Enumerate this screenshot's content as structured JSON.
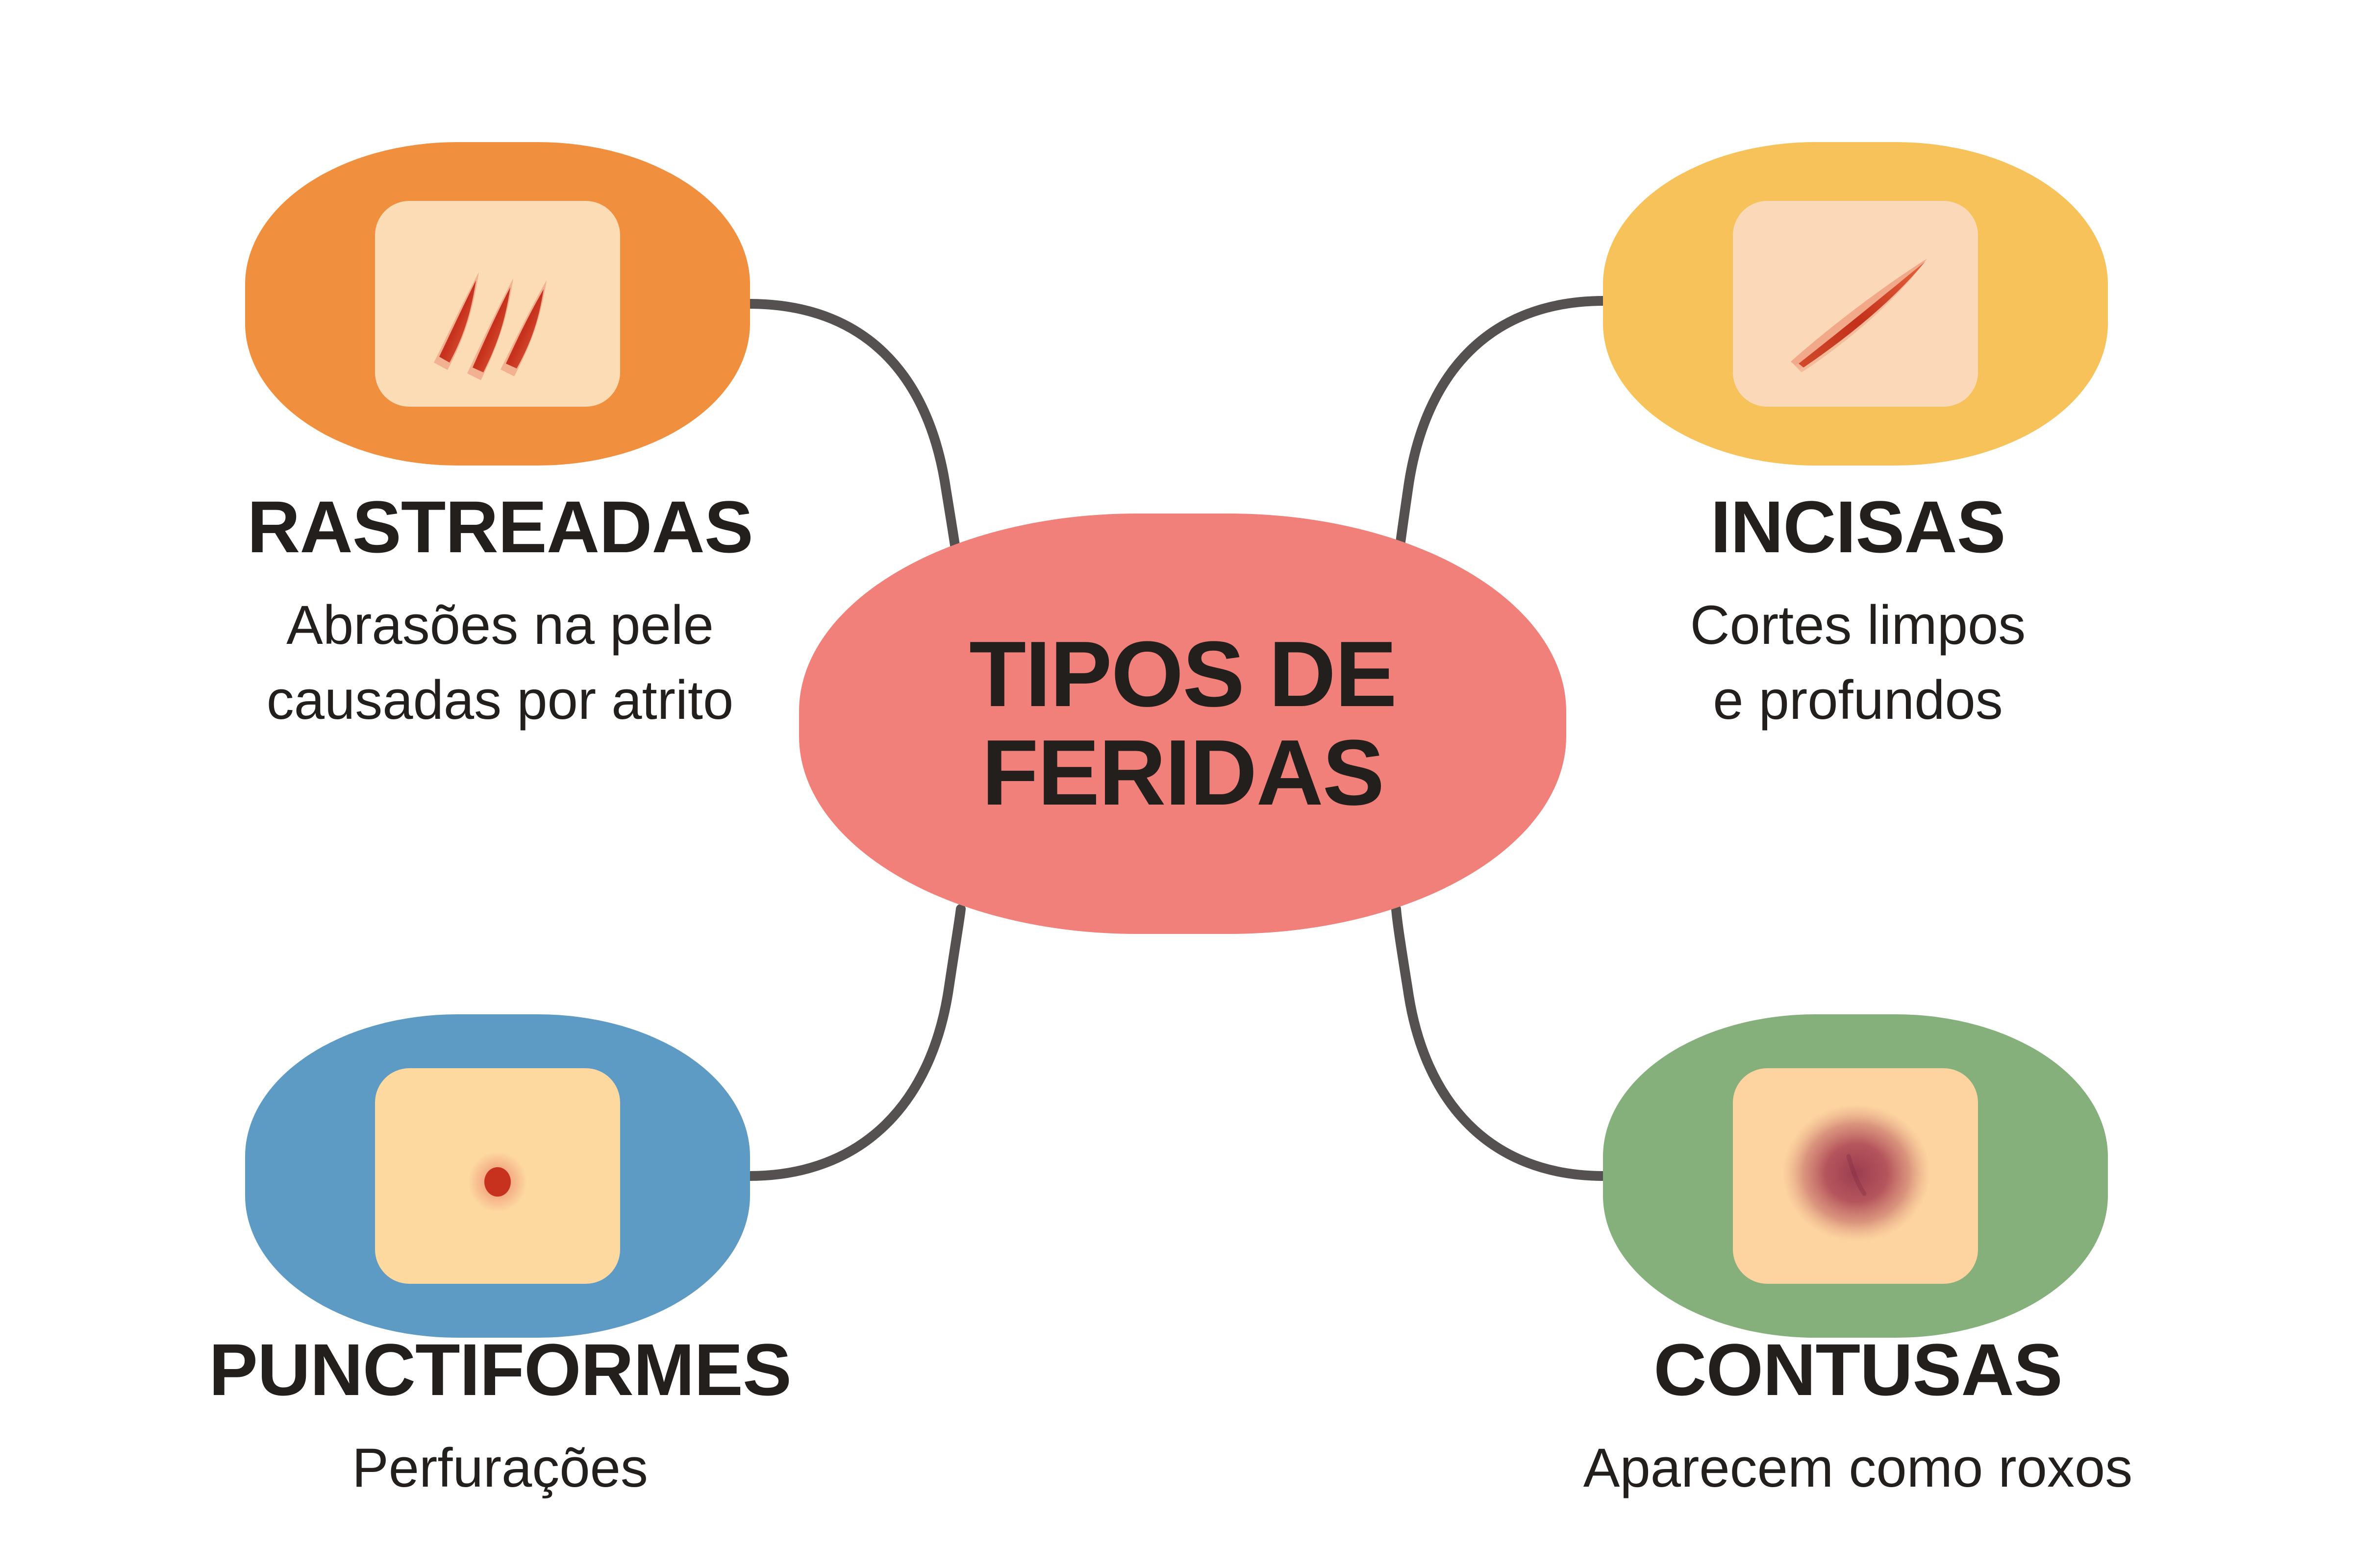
{
  "center": {
    "title_line1": "TIPOS DE",
    "title_line2": "FERIDAS",
    "color": "#F08079"
  },
  "nodes": [
    {
      "id": "rastreadas",
      "title": "RASTREADAS",
      "desc_line1": "Abrasões na pele",
      "desc_line2": "causadas por atrito",
      "blob_color": "#F0903F",
      "skin_color": "#FBDCB4",
      "wound": "scratch-wound-icon",
      "position": "top-left"
    },
    {
      "id": "incisas",
      "title": "INCISAS",
      "desc_line1": "Cortes limpos",
      "desc_line2": "e profundos",
      "blob_color": "#F6C259",
      "skin_color": "#FBD9B8",
      "wound": "incision-wound-icon",
      "position": "top-right"
    },
    {
      "id": "punctiformes",
      "title": "PUNCTIFORMES",
      "desc_line1": "Perfurações",
      "desc_line2": "",
      "blob_color": "#5E9BC4",
      "skin_color": "#FDD9A0",
      "wound": "puncture-wound-icon",
      "position": "bottom-left"
    },
    {
      "id": "contusas",
      "title": "CONTUSAS",
      "desc_line1": "Aparecem como roxos",
      "desc_line2": "",
      "blob_color": "#85B07B",
      "skin_color": "#FDD3A0",
      "wound": "bruise-wound-icon",
      "position": "bottom-right"
    }
  ],
  "connectors": {
    "color": "#555150",
    "width": 20,
    "count": 4
  },
  "chart_data": {
    "type": "diagram",
    "diagram_kind": "mind-map",
    "title": "TIPOS DE FERIDAS",
    "center_label": "TIPOS DE FERIDAS",
    "branches": [
      {
        "label": "RASTREADAS",
        "description": "Abrasões na pele causadas por atrito",
        "color": "#F0903F",
        "icon": "scratch-wound-icon"
      },
      {
        "label": "INCISAS",
        "description": "Cortes limpos e profundos",
        "color": "#F6C259",
        "icon": "incision-wound-icon"
      },
      {
        "label": "PUNCTIFORMES",
        "description": "Perfurações",
        "color": "#5E9BC4",
        "icon": "puncture-wound-icon"
      },
      {
        "label": "CONTUSAS",
        "description": "Aparecem como roxos",
        "color": "#85B07B",
        "icon": "bruise-wound-icon"
      }
    ]
  }
}
